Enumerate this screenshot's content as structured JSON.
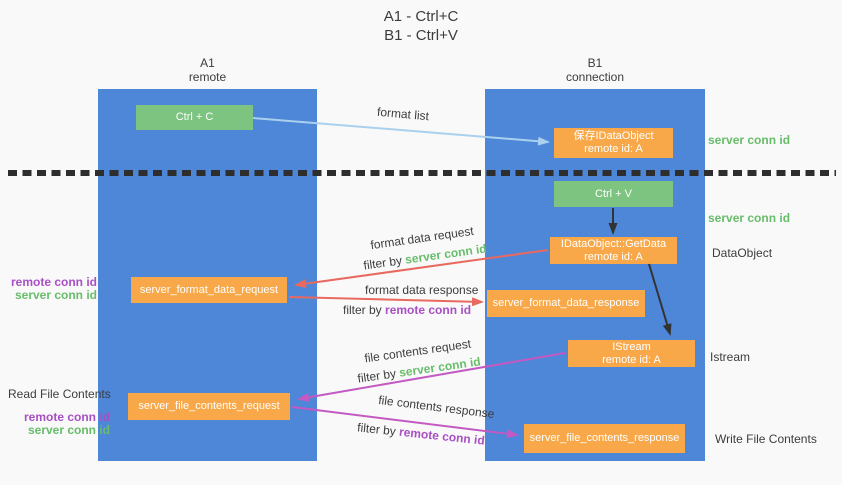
{
  "title": {
    "line1": "A1 - Ctrl+C",
    "line2": "B1 - Ctrl+V"
  },
  "lanes": {
    "left": {
      "name": "A1",
      "subtitle": "remote"
    },
    "right": {
      "name": "B1",
      "subtitle": "connection"
    }
  },
  "nodes": {
    "ctrl_c": {
      "label": "Ctrl + C"
    },
    "save_idataobject": {
      "line1": "保存IDataObject",
      "line2": "remote id: A"
    },
    "ctrl_v": {
      "label": "Ctrl + V"
    },
    "getdata": {
      "line1": "IDataObject::GetData",
      "line2": "remote id: A"
    },
    "istream": {
      "line1": "IStream",
      "line2": "remote id: A"
    },
    "format_request": {
      "label": "server_format_data_request"
    },
    "format_response": {
      "label": "server_format_data_response"
    },
    "file_request": {
      "label": "server_file_contents_request"
    },
    "file_response": {
      "label": "server_file_contents_response"
    }
  },
  "labels": {
    "format_list": "format list",
    "filter_by": "filter by",
    "server_conn_id": "server conn id",
    "remote_conn_id": "remote conn id",
    "format_data_request": "format data request",
    "format_data_response": "format data response",
    "file_contents_request": "file contents request",
    "file_contents_response": "file contents response",
    "read_file_contents": "Read File Contents",
    "write_file_contents": "Write File Contents",
    "dataobject": "DataObject",
    "istream": "Istream"
  },
  "colors": {
    "lane_blue": "#4e86d8",
    "node_green": "#7cc47f",
    "node_orange": "#f8a848",
    "arrow_blue": "#a9d1ee",
    "arrow_red": "#e8695f",
    "arrow_magenta": "#c35ac3",
    "arrow_black": "#333333",
    "text_green": "#67bd6a",
    "text_purple": "#a94fc4",
    "text_dark": "#3d3d3d",
    "background": "#f9f9f9"
  }
}
